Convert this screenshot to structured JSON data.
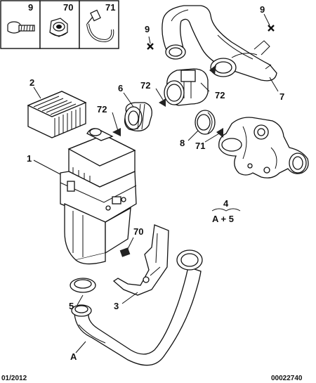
{
  "legend_boxes": [
    {
      "ref": "9",
      "icon": "screw-bolt"
    },
    {
      "ref": "70",
      "icon": "hex-nut"
    },
    {
      "ref": "71",
      "icon": "hose-clamp"
    }
  ],
  "callouts": {
    "c1": "1",
    "c2": "2",
    "c3": "3",
    "c5": "5",
    "c6": "6",
    "c7": "7",
    "c8": "8",
    "c9a": "9",
    "c9b": "9",
    "c70": "70",
    "c71": "71",
    "c72a": "72",
    "c72b": "72",
    "c72c": "72",
    "cA": "A"
  },
  "formula": {
    "top": "4",
    "bottom": "A + 5"
  },
  "footer": {
    "date": "01/2012",
    "ref_number": "00022740"
  }
}
